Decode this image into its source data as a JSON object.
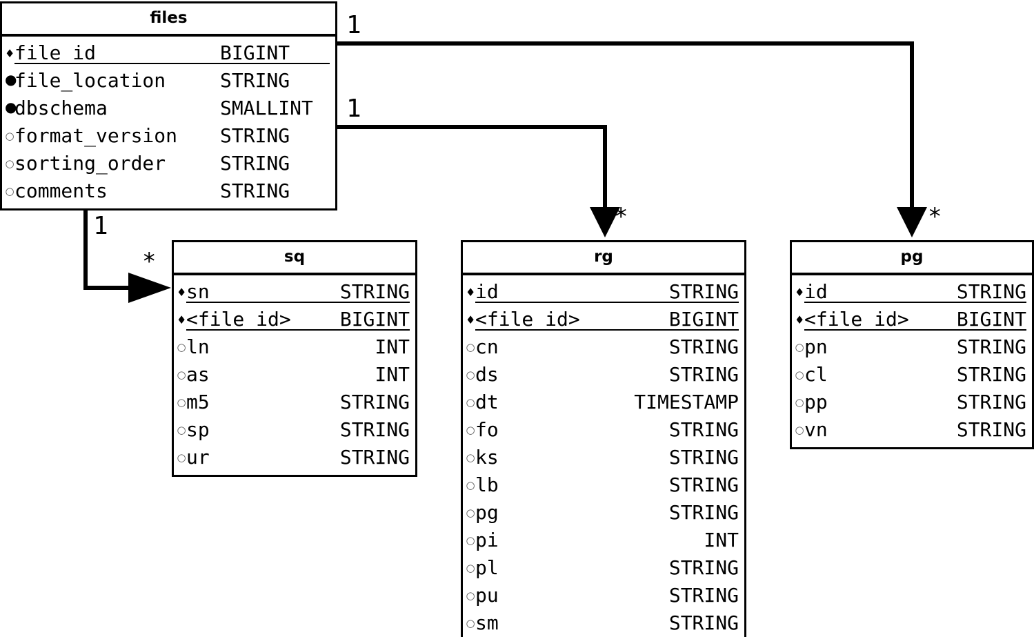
{
  "diagram": {
    "type": "entity-relationship-diagram",
    "marker_legend": {
      "primary_key": "♦",
      "required": "●",
      "optional": "○"
    },
    "entities": [
      {
        "id": "files",
        "title": "files",
        "type_align": "left",
        "attributes": [
          {
            "marker": "pk",
            "name": "file_id",
            "type": "BIGINT",
            "key": true
          },
          {
            "marker": "req",
            "name": "file_location",
            "type": "STRING",
            "key": false
          },
          {
            "marker": "req",
            "name": "dbschema",
            "type": "SMALLINT",
            "key": false
          },
          {
            "marker": "opt",
            "name": "format_version",
            "type": "STRING",
            "key": false
          },
          {
            "marker": "opt",
            "name": "sorting_order",
            "type": "STRING",
            "key": false
          },
          {
            "marker": "opt",
            "name": "comments",
            "type": "STRING",
            "key": false
          }
        ]
      },
      {
        "id": "sq",
        "title": "sq",
        "type_align": "right",
        "attributes": [
          {
            "marker": "pk",
            "name": "sn",
            "type": "STRING",
            "key": true
          },
          {
            "marker": "pk",
            "name": "<file_id>",
            "type": "BIGINT",
            "key": true
          },
          {
            "marker": "opt",
            "name": "ln",
            "type": "INT",
            "key": false
          },
          {
            "marker": "opt",
            "name": "as",
            "type": "INT",
            "key": false
          },
          {
            "marker": "opt",
            "name": "m5",
            "type": "STRING",
            "key": false
          },
          {
            "marker": "opt",
            "name": "sp",
            "type": "STRING",
            "key": false
          },
          {
            "marker": "opt",
            "name": "ur",
            "type": "STRING",
            "key": false
          }
        ]
      },
      {
        "id": "rg",
        "title": "rg",
        "type_align": "right",
        "attributes": [
          {
            "marker": "pk",
            "name": "id",
            "type": "STRING",
            "key": true
          },
          {
            "marker": "pk",
            "name": "<file_id>",
            "type": "BIGINT",
            "key": true
          },
          {
            "marker": "opt",
            "name": "cn",
            "type": "STRING",
            "key": false
          },
          {
            "marker": "opt",
            "name": "ds",
            "type": "STRING",
            "key": false
          },
          {
            "marker": "opt",
            "name": "dt",
            "type": "TIMESTAMP",
            "key": false
          },
          {
            "marker": "opt",
            "name": "fo",
            "type": "STRING",
            "key": false
          },
          {
            "marker": "opt",
            "name": "ks",
            "type": "STRING",
            "key": false
          },
          {
            "marker": "opt",
            "name": "lb",
            "type": "STRING",
            "key": false
          },
          {
            "marker": "opt",
            "name": "pg",
            "type": "STRING",
            "key": false
          },
          {
            "marker": "opt",
            "name": "pi",
            "type": "INT",
            "key": false
          },
          {
            "marker": "opt",
            "name": "pl",
            "type": "STRING",
            "key": false
          },
          {
            "marker": "opt",
            "name": "pu",
            "type": "STRING",
            "key": false
          },
          {
            "marker": "opt",
            "name": "sm",
            "type": "STRING",
            "key": false
          }
        ]
      },
      {
        "id": "pg",
        "title": "pg",
        "type_align": "right",
        "attributes": [
          {
            "marker": "pk",
            "name": "id",
            "type": "STRING",
            "key": true
          },
          {
            "marker": "pk",
            "name": "<file_id>",
            "type": "BIGINT",
            "key": true
          },
          {
            "marker": "opt",
            "name": "pn",
            "type": "STRING",
            "key": false
          },
          {
            "marker": "opt",
            "name": "cl",
            "type": "STRING",
            "key": false
          },
          {
            "marker": "opt",
            "name": "pp",
            "type": "STRING",
            "key": false
          },
          {
            "marker": "opt",
            "name": "vn",
            "type": "STRING",
            "key": false
          }
        ]
      }
    ],
    "relationships": [
      {
        "id": "files-pg",
        "from": "files",
        "to": "pg",
        "from_card": "1",
        "to_card": "*"
      },
      {
        "id": "files-rg",
        "from": "files",
        "to": "rg",
        "from_card": "1",
        "to_card": "*"
      },
      {
        "id": "files-sq",
        "from": "files",
        "to": "sq",
        "from_card": "1",
        "to_card": "*"
      }
    ]
  }
}
